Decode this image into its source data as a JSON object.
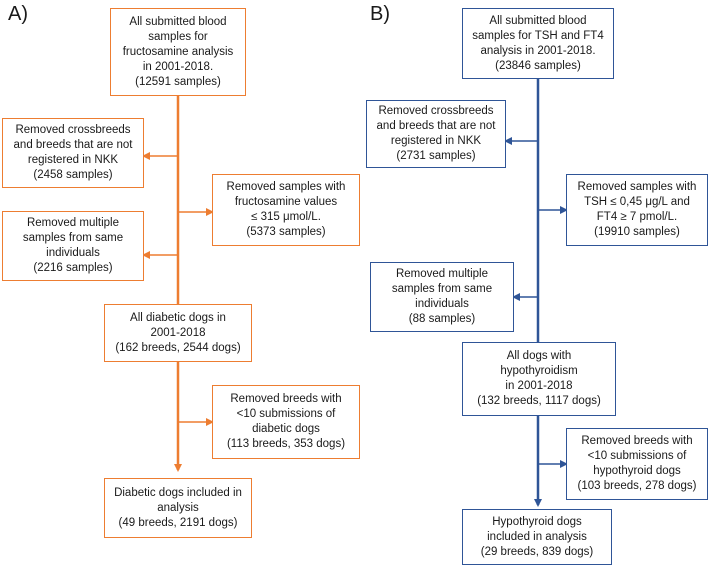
{
  "panel_a": {
    "label": "A)",
    "color": "#ED7D31",
    "boxes": {
      "start": "All submitted blood\nsamples for\nfructosamine analysis\nin 2001-2018.\n(12591 samples)",
      "removed_crossbreeds": "Removed crossbreeds\nand breeds that are not\nregistered in NKK\n(2458 samples)",
      "removed_fructosamine": "Removed samples with\nfructosamine values\n≤ 315 μmol/L.\n(5373 samples)",
      "removed_multiple": "Removed multiple\nsamples from same\nindividuals\n(2216 samples)",
      "all_diabetic": "All diabetic dogs in\n2001-2018\n(162 breeds, 2544 dogs)",
      "removed_breeds": "Removed breeds with\n<10 submissions of\ndiabetic dogs\n(113 breeds, 353 dogs)",
      "final": "Diabetic dogs included in\nanalysis\n(49 breeds, 2191 dogs)"
    }
  },
  "panel_b": {
    "label": "B)",
    "color": "#2F5597",
    "boxes": {
      "start": "All submitted blood\nsamples for TSH and FT4\nanalysis in 2001-2018.\n(23846 samples)",
      "removed_crossbreeds": "Removed crossbreeds\nand breeds that are not\nregistered in NKK\n(2731 samples)",
      "removed_tsh": "Removed samples with\nTSH ≤ 0,45 μg/L and\nFT4 ≥ 7 pmol/L.\n(19910 samples)",
      "removed_multiple": "Removed multiple\nsamples from same\nindividuals\n(88 samples)",
      "all_hypothyroid": "All dogs with\nhypothyroidism\nin 2001-2018\n(132 breeds, 1117 dogs)",
      "removed_breeds": "Removed breeds with\n<10 submissions of\nhypothyroid dogs\n(103 breeds, 278 dogs)",
      "final": "Hypothyroid dogs\nincluded in analysis\n(29 breeds, 839 dogs)"
    }
  }
}
